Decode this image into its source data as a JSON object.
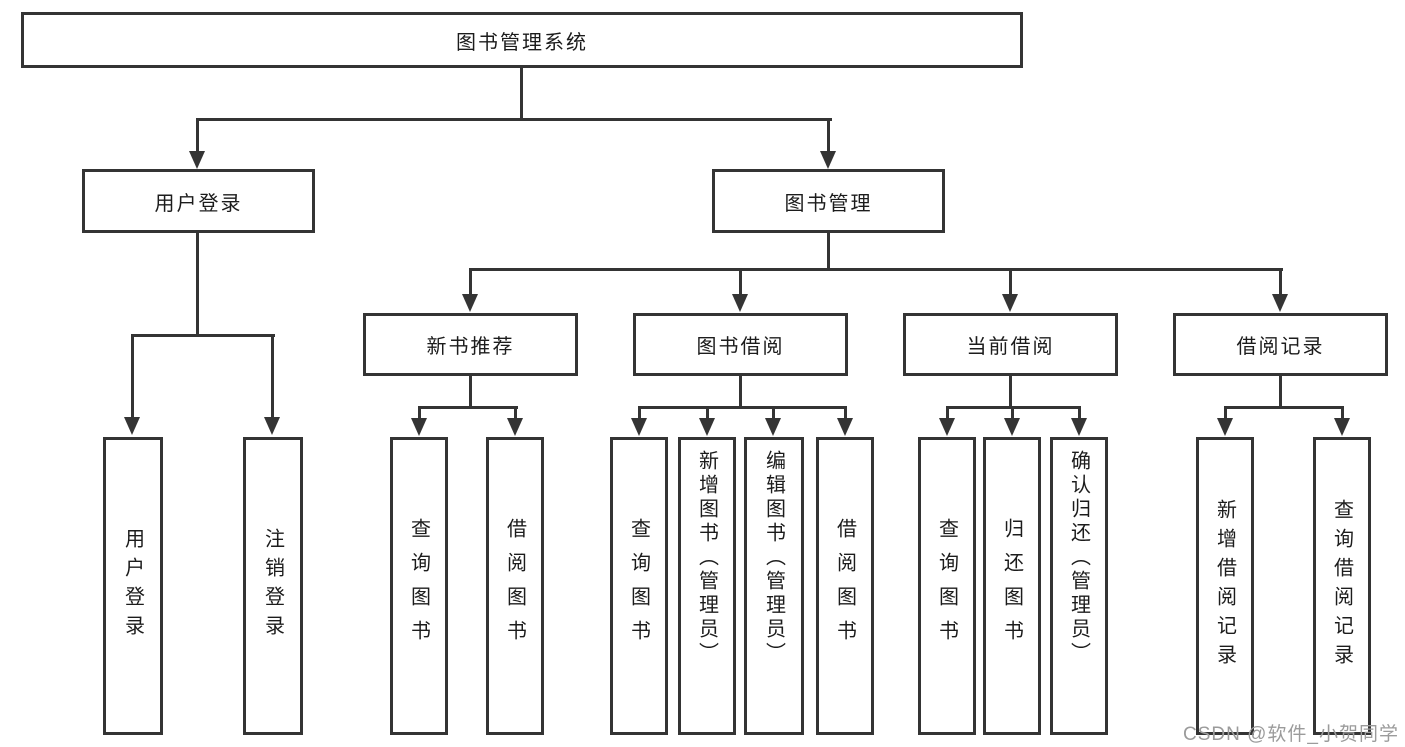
{
  "colors": {
    "line": "#343434",
    "text": "#1c1c1c",
    "background": "#ffffff",
    "watermark": "#9b9b9b"
  },
  "watermark": {
    "text": "CSDN @软件_小贺同学"
  },
  "tree": {
    "root": {
      "label": "图书管理系统"
    },
    "branches": [
      {
        "label": "用户登录",
        "children": [
          {
            "label": "用户登录"
          },
          {
            "label": "注销登录"
          }
        ]
      },
      {
        "label": "图书管理",
        "children": [
          {
            "label": "新书推荐",
            "children": [
              {
                "label": "查询图书"
              },
              {
                "label": "借阅图书"
              }
            ]
          },
          {
            "label": "图书借阅",
            "children": [
              {
                "label": "查询图书"
              },
              {
                "label": "新增图书（管理员）"
              },
              {
                "label": "编辑图书（管理员）"
              },
              {
                "label": "借阅图书"
              }
            ]
          },
          {
            "label": "当前借阅",
            "children": [
              {
                "label": "查询图书"
              },
              {
                "label": "归还图书"
              },
              {
                "label": "确认归还（管理员）"
              }
            ]
          },
          {
            "label": "借阅记录",
            "children": [
              {
                "label": "新增借阅记录"
              },
              {
                "label": "查询借阅记录"
              }
            ]
          }
        ]
      }
    ]
  }
}
